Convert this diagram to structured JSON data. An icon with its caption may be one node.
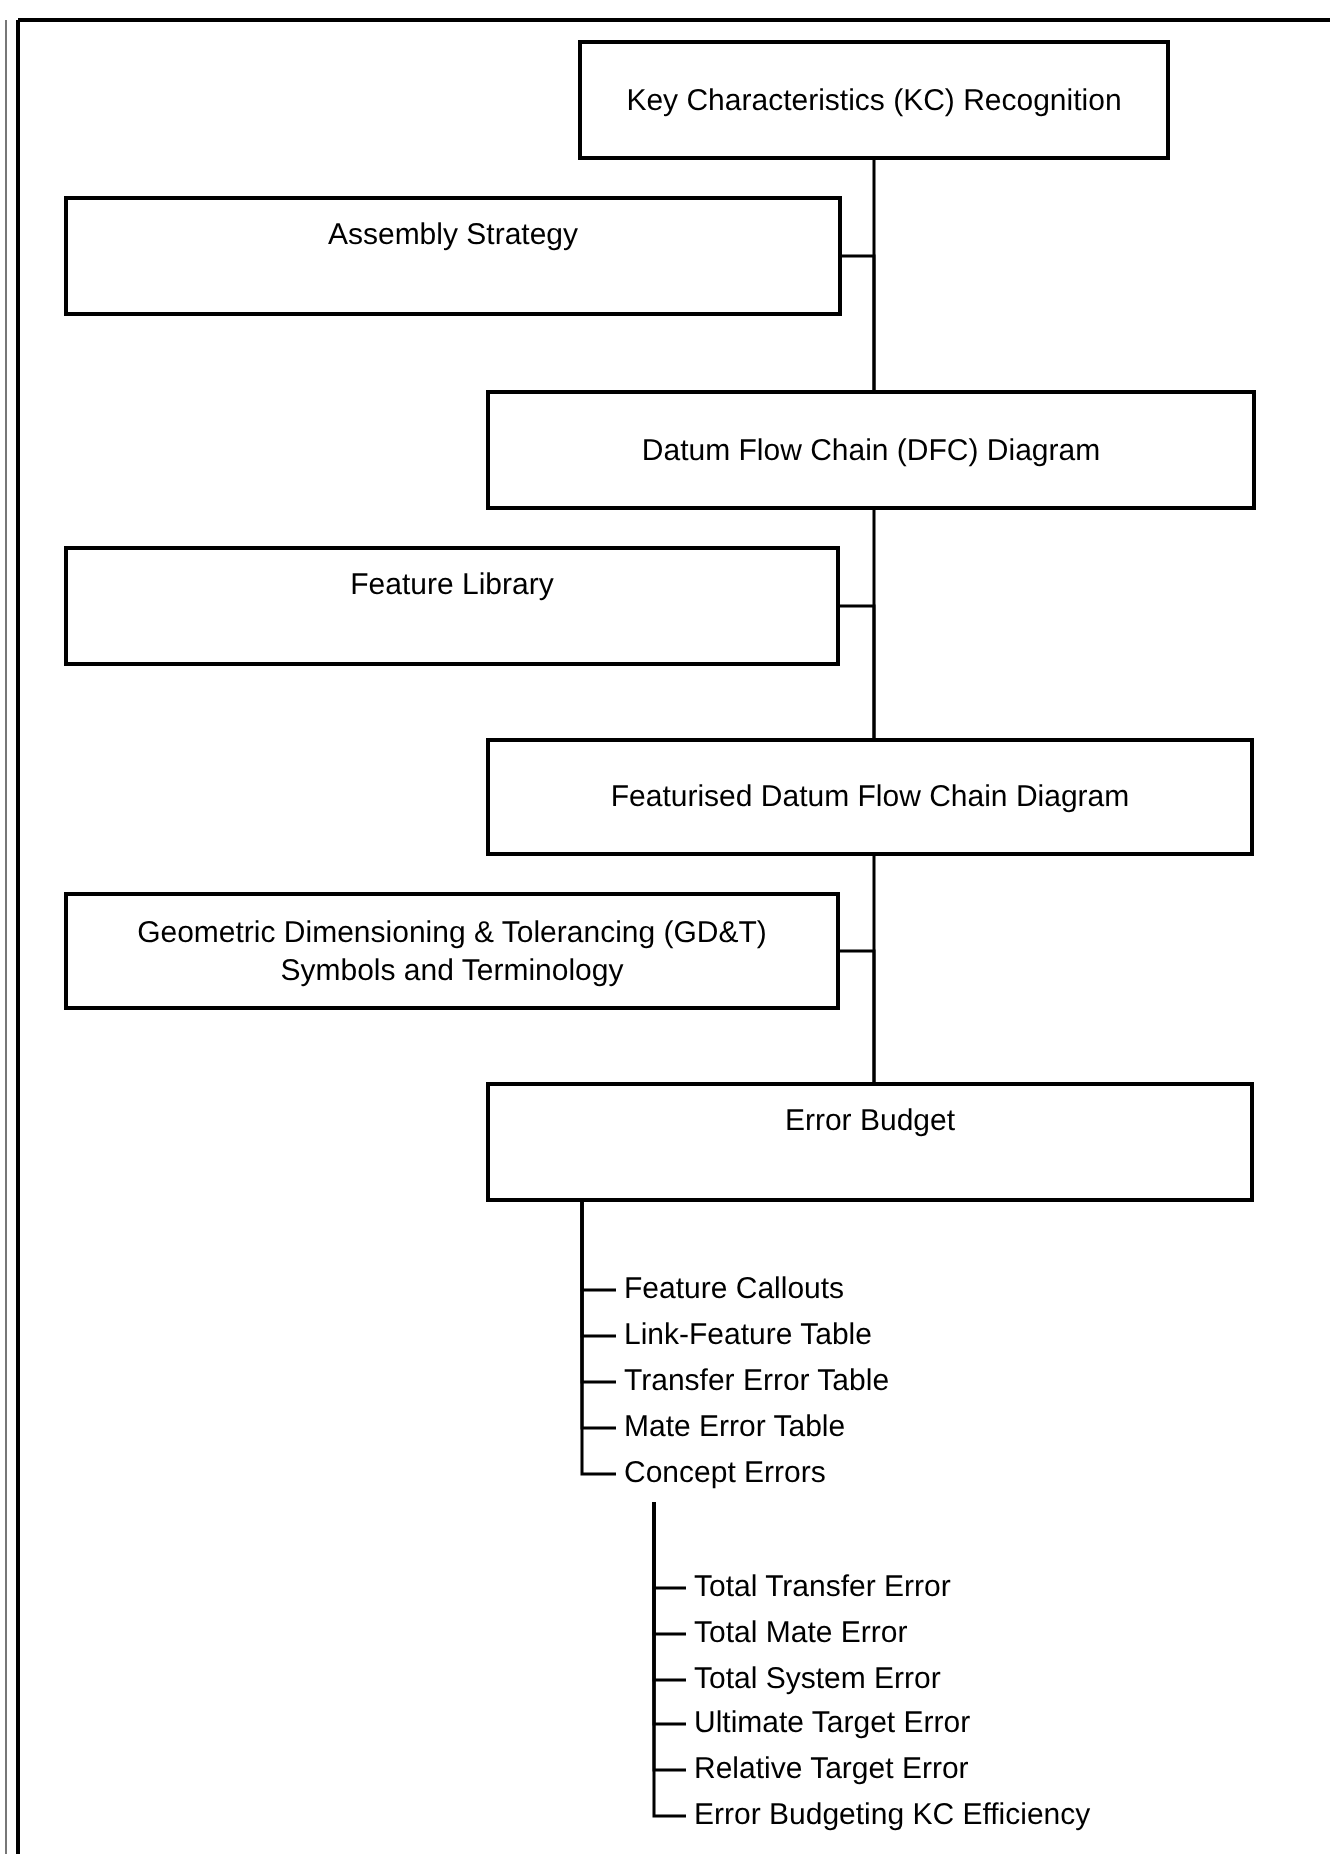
{
  "diagram": {
    "nodes": [
      {
        "text": [
          "Key Characteristics (KC) Recognition"
        ]
      },
      {
        "text": [
          "Assembly Strategy"
        ]
      },
      {
        "text": [
          "Datum Flow Chain (DFC) Diagram"
        ]
      },
      {
        "text": [
          "Feature Library"
        ]
      },
      {
        "text": [
          "Featurised Datum Flow Chain Diagram"
        ]
      },
      {
        "text": [
          "Geometric Dimensioning & Tolerancing (GD&T) Symbols and Terminology"
        ]
      },
      {
        "text": [
          "Error Budget"
        ]
      },
      {
        "text": [
          "Feature Callouts"
        ]
      },
      {
        "text": [
          "Link-Feature Table"
        ]
      },
      {
        "text": [
          "Transfer Error Table"
        ]
      },
      {
        "text": [
          "Mate Error Table"
        ]
      },
      {
        "text": [
          "Concept Errors"
        ]
      },
      {
        "text": [
          "Total Transfer Error"
        ]
      },
      {
        "text": [
          "Total Mate Error"
        ]
      },
      {
        "text": [
          "Total System Error"
        ]
      },
      {
        "text": [
          "Ultimate Target Error"
        ]
      },
      {
        "text": [
          "Relative Target Error"
        ]
      },
      {
        "text": [
          "Error Budgeting KC Efficiency"
        ]
      }
    ],
    "edges": [
      {
        "from": 0,
        "to": 2,
        "arrow": "none"
      },
      {
        "from": 1,
        "to": 2,
        "arrow": "none"
      },
      {
        "from": 2,
        "to": 4,
        "arrow": "none"
      },
      {
        "from": 3,
        "to": 4,
        "arrow": "none"
      },
      {
        "from": 4,
        "to": 6,
        "arrow": "none"
      },
      {
        "from": 5,
        "to": 6,
        "arrow": "none"
      },
      {
        "from": 6,
        "to": 7,
        "arrow": "none"
      },
      {
        "from": 6,
        "to": 8,
        "arrow": "none"
      },
      {
        "from": 6,
        "to": 9,
        "arrow": "none"
      },
      {
        "from": 6,
        "to": 10,
        "arrow": "none"
      },
      {
        "from": 6,
        "to": 11,
        "arrow": "none"
      },
      {
        "from": 11,
        "to": 12,
        "arrow": "none"
      },
      {
        "from": 11,
        "to": 13,
        "arrow": "none"
      },
      {
        "from": 11,
        "to": 14,
        "arrow": "none"
      },
      {
        "from": 11,
        "to": 15,
        "arrow": "none"
      },
      {
        "from": 11,
        "to": 16,
        "arrow": "none"
      },
      {
        "from": 11,
        "to": 17,
        "arrow": "none"
      }
    ]
  }
}
